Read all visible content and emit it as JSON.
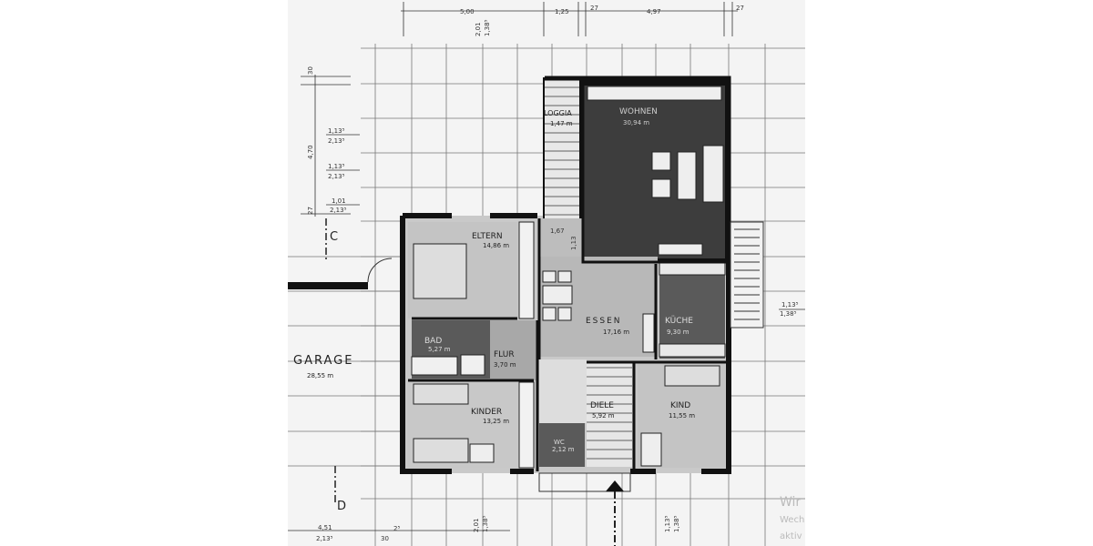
{
  "plan": {
    "rooms": [
      {
        "name": "WOHNEN",
        "area": "30,94 m"
      },
      {
        "name": "LOGGIA",
        "area": "1,47 m"
      },
      {
        "name": "ELTERN",
        "area": "14,86 m"
      },
      {
        "name": "ESSEN",
        "area": "17,16 m"
      },
      {
        "name": "KÜCHE",
        "area": "9,30 m"
      },
      {
        "name": "BAD",
        "area": "5,27 m"
      },
      {
        "name": "FLUR",
        "area": "3,70 m"
      },
      {
        "name": "KINDER",
        "area": "13,25 m"
      },
      {
        "name": "DIELE",
        "area": "5,92 m"
      },
      {
        "name": "KIND",
        "area": "11,55 m"
      },
      {
        "name": "WC",
        "area": "2,12 m"
      },
      {
        "name": "GARAGE",
        "area": "28,55 m"
      }
    ],
    "top_dims": [
      "5,00",
      "1,25",
      "27",
      "4,97",
      "27"
    ],
    "top_vertical_dim": [
      "2,01",
      "1,38⁵"
    ],
    "left_dims": [
      "30",
      "4,70",
      "27"
    ],
    "window_dims": [
      [
        "1,13⁵",
        "2,13⁵"
      ],
      [
        "1,13⁵",
        "2,13⁵"
      ],
      [
        "1,01",
        "2,13⁵"
      ]
    ],
    "right_dim": [
      "1,13⁵",
      "1,38⁵"
    ],
    "inner_dims": [
      "1,67",
      "1,13"
    ],
    "bottom_dims": [
      [
        "4,51",
        "2,13⁵"
      ],
      [
        "30"
      ],
      [
        "2⁵"
      ],
      [
        "2,01",
        "1,38⁵"
      ],
      [
        "1,13⁵",
        "1,38⁵"
      ]
    ],
    "section_marks": [
      "C",
      "D"
    ]
  },
  "watermark": {
    "title": "Wir",
    "line1": "Wech",
    "line2": "aktiv"
  },
  "colors": {
    "paper": "#f4f4f4",
    "wall": "#111111",
    "dark_room": "#3a3a3a",
    "mid_room": "#b4b4b4",
    "light_room": "#cfcfcf",
    "tile": "#555555"
  }
}
